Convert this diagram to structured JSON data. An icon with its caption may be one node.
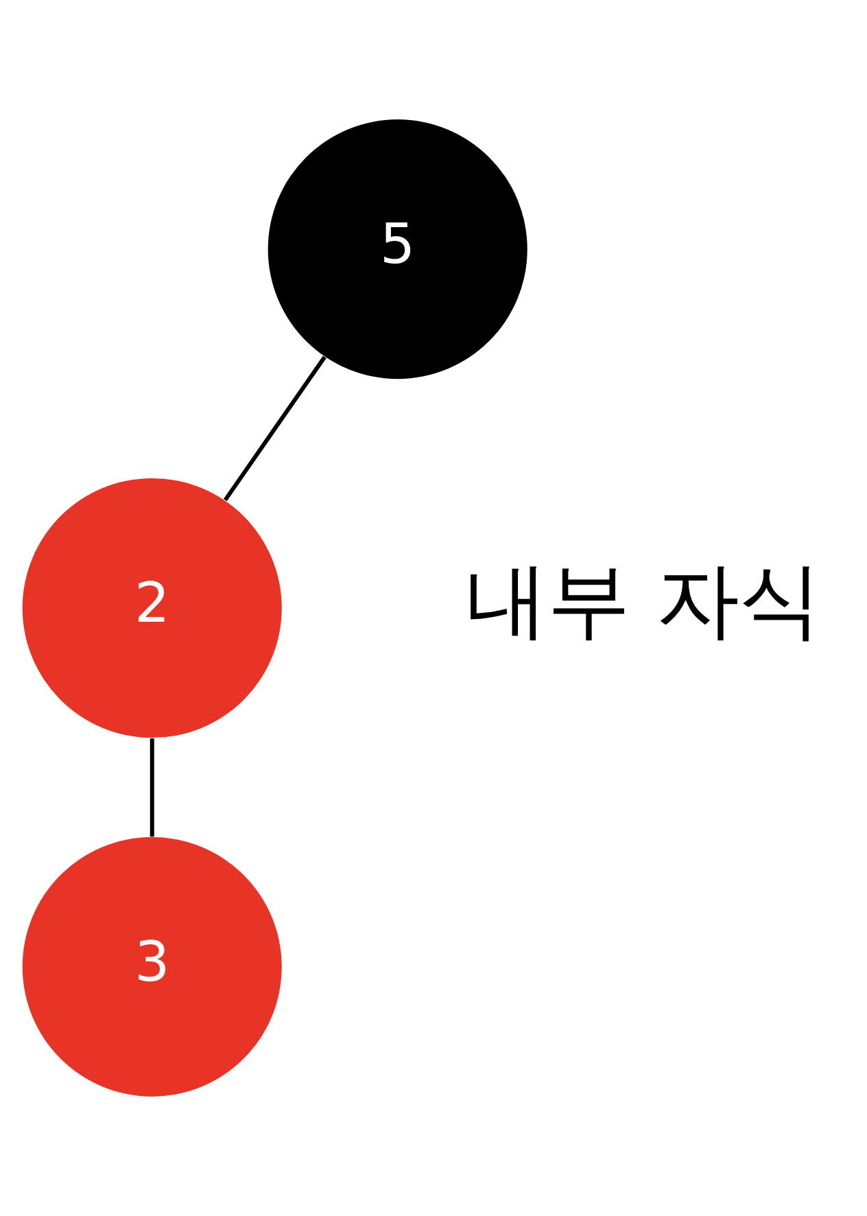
{
  "diagram": {
    "nodes": [
      {
        "text": [
          "5"
        ]
      },
      {
        "text": [
          "2"
        ]
      },
      {
        "text": [
          "3"
        ]
      }
    ],
    "edges": [
      {
        "from": 0,
        "to": 1,
        "arrow": "none"
      },
      {
        "from": 1,
        "to": 2,
        "arrow": "none"
      }
    ],
    "labels": [
      "내부 자식"
    ]
  }
}
